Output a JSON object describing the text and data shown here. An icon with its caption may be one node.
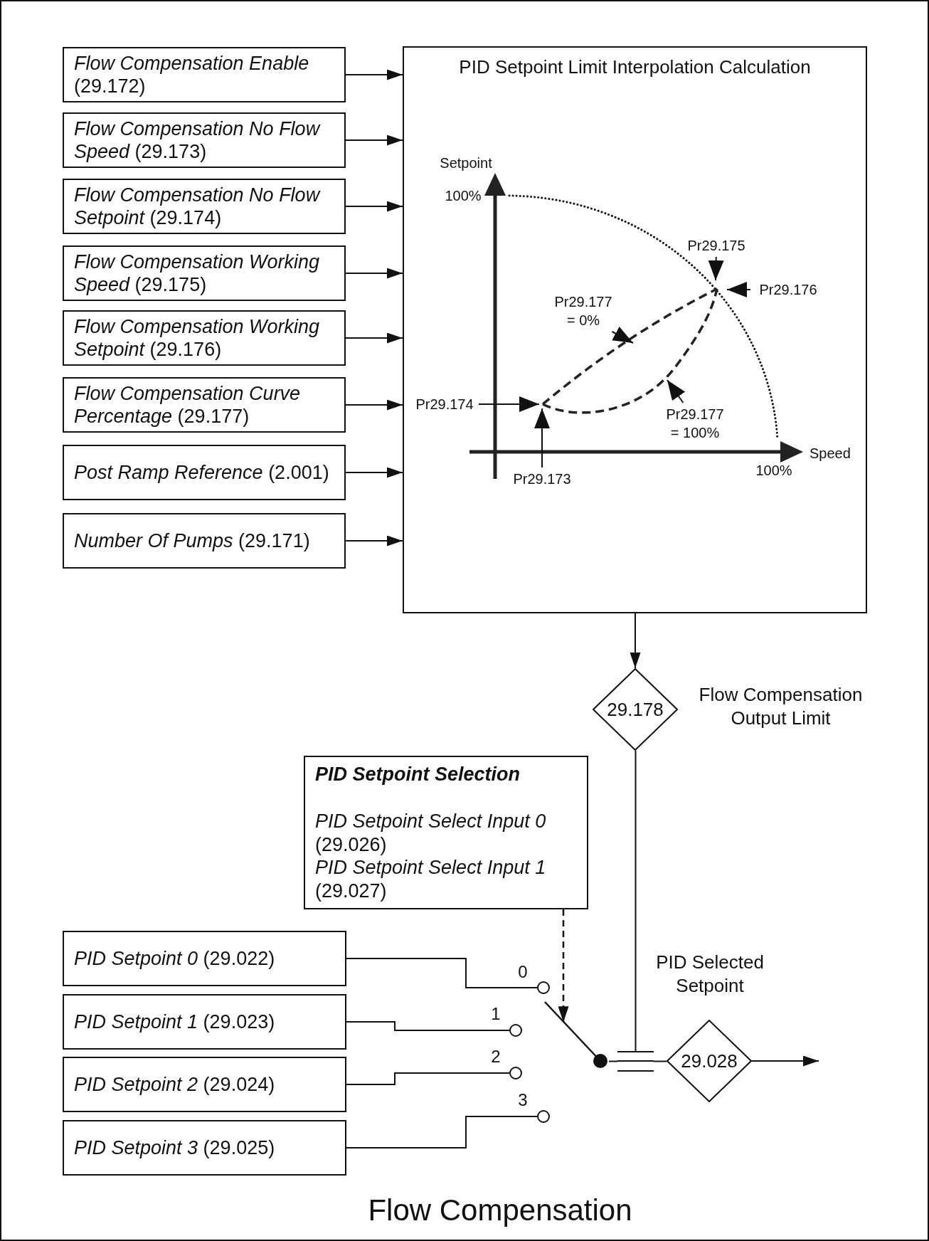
{
  "diagram": {
    "caption": "Flow Compensation",
    "nodes": [
      {
        "text": [
          "*Flow Compensation Enable* (29.172)"
        ]
      },
      {
        "text": [
          "*Flow Compensation No Flow Speed* (29.173)"
        ]
      },
      {
        "text": [
          "*Flow Compensation No Flow Setpoint* (29.174)"
        ]
      },
      {
        "text": [
          "*Flow Compensation Working Speed* (29.175)"
        ]
      },
      {
        "text": [
          "*Flow Compensation Working Setpoint* (29.176)"
        ]
      },
      {
        "text": [
          "*Flow Compensation Curve Percentage* (29.177)"
        ]
      },
      {
        "text": [
          "*Post Ramp Reference* (2.001)"
        ]
      },
      {
        "text": [
          "*Number Of Pumps* (29.171)"
        ]
      },
      {
        "text": [
          "PID Setpoint Limit Interpolation Calculation"
        ]
      },
      {
        "text": [
          "Pr29.175"
        ],
        "in": 8
      },
      {
        "text": [
          "Pr29.176"
        ],
        "in": 8
      },
      {
        "text": [
          "Pr29.177 = 0%"
        ],
        "in": 8
      },
      {
        "text": [
          "Pr29.174"
        ],
        "in": 8
      },
      {
        "text": [
          "Pr29.177 = 100%"
        ],
        "in": 8
      },
      {
        "text": [
          "Pr29.173"
        ],
        "in": 8
      },
      {
        "text": [
          "29.178"
        ],
        "beside": [
          "Flow Compensation Output Limit"
        ]
      },
      {
        "text": [
          "PID Setpoint Selection",
          "*PID Setpoint Select Input 0* (29.026)",
          "*PID Setpoint Select Input 1* (29.027)"
        ]
      },
      {
        "text": [
          "*PID Setpoint 0* (29.022)"
        ]
      },
      {
        "text": [
          "*PID Setpoint 1* (29.023)"
        ]
      },
      {
        "text": [
          "*PID Setpoint 2* (29.024)"
        ]
      },
      {
        "text": [
          "*PID Setpoint 3* (29.025)"
        ]
      },
      {
        "text": [],
        "shape": "circle",
        "beside": [
          "0"
        ]
      },
      {
        "text": [],
        "shape": "circle",
        "beside": [
          "1"
        ]
      },
      {
        "text": [],
        "shape": "circle",
        "beside": [
          "2"
        ]
      },
      {
        "text": [],
        "shape": "circle",
        "beside": [
          "3"
        ]
      },
      {
        "text": [],
        "shape": "switch"
      },
      {
        "text": [],
        "shape": "bar"
      },
      {
        "text": [
          "29.028"
        ],
        "beside": [
          "PID Selected Setpoint"
        ]
      }
    ],
    "edges": [
      {
        "from": 0,
        "to": 8,
        "arrow": "to"
      },
      {
        "from": 1,
        "to": 8,
        "arrow": "to"
      },
      {
        "from": 2,
        "to": 8,
        "arrow": "to"
      },
      {
        "from": 3,
        "to": 8,
        "arrow": "to"
      },
      {
        "from": 4,
        "to": 8,
        "arrow": "to"
      },
      {
        "from": 5,
        "to": 8,
        "arrow": "to"
      },
      {
        "from": 6,
        "to": 8,
        "arrow": "to"
      },
      {
        "from": 7,
        "to": 8,
        "arrow": "to"
      },
      {
        "from": 8,
        "to": 15,
        "arrow": "to"
      },
      {
        "from": 15,
        "to": 26,
        "arrow": "none"
      },
      {
        "from": 16,
        "to": 25,
        "arrow": "to",
        "style": "dashed"
      },
      {
        "from": 17,
        "to": 21,
        "arrow": "none"
      },
      {
        "from": 18,
        "to": 22,
        "arrow": "none"
      },
      {
        "from": 19,
        "to": 23,
        "arrow": "none"
      },
      {
        "from": 20,
        "to": 24,
        "arrow": "none"
      },
      {
        "from": 25,
        "to": 26,
        "arrow": "none"
      },
      {
        "from": 26,
        "to": 27,
        "arrow": "none"
      },
      {
        "from": 27,
        "to": null,
        "arrow": "to"
      },
      {
        "from": 9,
        "to": null,
        "arrow": "to"
      },
      {
        "from": 10,
        "to": null,
        "arrow": "to"
      },
      {
        "from": 11,
        "to": null,
        "arrow": "to"
      },
      {
        "from": 12,
        "to": null,
        "arrow": "to"
      },
      {
        "from": 13,
        "to": null,
        "arrow": "to"
      },
      {
        "from": 14,
        "to": null,
        "arrow": "to"
      }
    ],
    "labels": [
      "Setpoint",
      "100%",
      "Speed",
      "100%"
    ]
  }
}
